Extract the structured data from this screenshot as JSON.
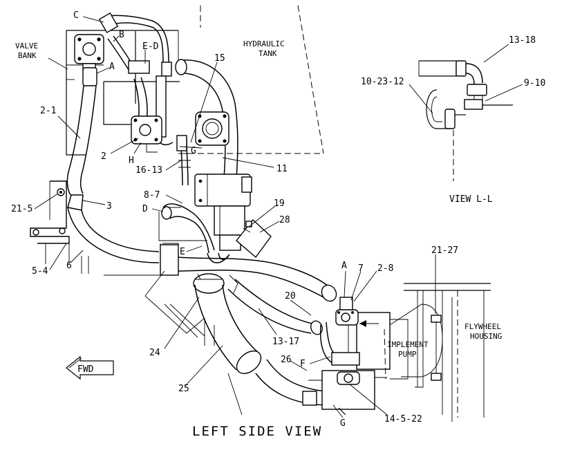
{
  "view_title": "LEFT SIDE VIEW",
  "inset_title": "VIEW L-L",
  "fwd_label": "FWD",
  "area_labels": {
    "valve_bank_1": "VALVE",
    "valve_bank_2": "BANK",
    "hydraulic_tank_1": "HYDRAULIC",
    "hydraulic_tank_2": "TANK",
    "flywheel_1": "FLYWHEEL",
    "flywheel_2": "HOUSING",
    "pump_1": "IMPLEMENT",
    "pump_2": "PUMP"
  },
  "callouts": {
    "c": "C",
    "b": "B",
    "a_top": "A",
    "e_d": "E-D",
    "n15": "15",
    "n2_1": "2-1",
    "n2": "2",
    "h": "H",
    "g_top": "G",
    "n16_13": "16-13",
    "n11": "11",
    "n21_5": "21-5",
    "n3": "3",
    "n8_7": "8-7",
    "d": "D",
    "n19": "19",
    "n28": "28",
    "e": "E",
    "n5_4": "5-4",
    "n6": "6",
    "a_right": "A",
    "n7": "7",
    "n2_8": "2-8",
    "n21_27": "21-27",
    "n20": "20",
    "n13_17": "13-17",
    "n24": "24",
    "n26": "26",
    "f": "F",
    "n25": "25",
    "g_bottom": "G",
    "n14_5_22": "14-5-22",
    "n13_18": "13-18",
    "n10_23_12": "10-23-12",
    "n9_10": "9-10"
  }
}
